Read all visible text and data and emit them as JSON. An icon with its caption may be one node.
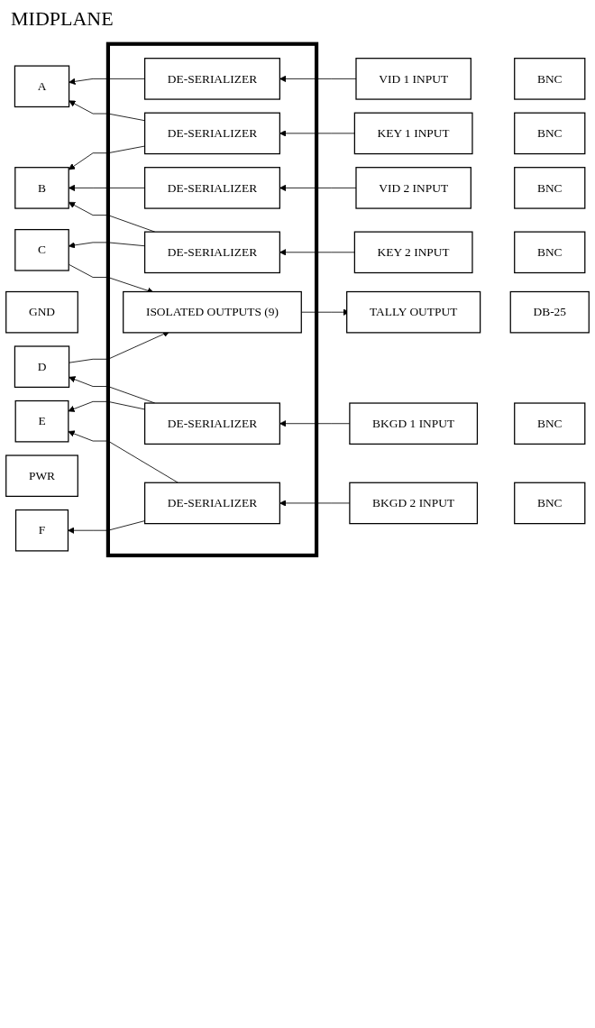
{
  "diagram": {
    "title": "MIDPLANE",
    "nodes": [
      {
        "text": [],
        "shape": "box"
      },
      {
        "text": [
          "A"
        ]
      },
      {
        "text": [
          "B"
        ]
      },
      {
        "text": [
          "GND"
        ]
      },
      {
        "text": [
          "C"
        ]
      },
      {
        "text": [
          "D"
        ]
      },
      {
        "text": [
          "PWR"
        ]
      },
      {
        "text": [
          "E"
        ]
      },
      {
        "text": [
          "F"
        ]
      },
      {
        "text": [
          "DE-SERIALIZER"
        ],
        "in": 0
      },
      {
        "text": [
          "DE-SERIALIZER"
        ],
        "in": 0
      },
      {
        "text": [
          "DE-SERIALIZER"
        ],
        "in": 0
      },
      {
        "text": [
          "DE-SERIALIZER"
        ],
        "in": 0
      },
      {
        "text": [
          "ISOLATED OUTPUTS (9)"
        ],
        "in": 0
      },
      {
        "text": [
          "DE-SERIALIZER"
        ],
        "in": 0
      },
      {
        "text": [
          "DE-SERIALIZER"
        ],
        "in": 0
      },
      {
        "text": [
          "VID 1 INPUT"
        ]
      },
      {
        "text": [
          "KEY 1 INPUT"
        ]
      },
      {
        "text": [
          "VID 2 INPUT"
        ]
      },
      {
        "text": [
          "KEY 2 INPUT"
        ]
      },
      {
        "text": [
          "TALLY OUTPUT"
        ]
      },
      {
        "text": [
          "BKGD 1 INPUT"
        ]
      },
      {
        "text": [
          "BKGD 2 INPUT"
        ]
      },
      {
        "text": [
          "BNC"
        ]
      },
      {
        "text": [
          "BNC"
        ]
      },
      {
        "text": [
          "BNC"
        ]
      },
      {
        "text": [
          "BNC"
        ]
      },
      {
        "text": [
          "DB-25"
        ]
      },
      {
        "text": [
          "BNC"
        ]
      },
      {
        "text": [
          "BNC"
        ]
      }
    ],
    "edges": [
      {
        "from": 16,
        "to": 9,
        "arrow": "to"
      },
      {
        "from": 17,
        "to": 10,
        "arrow": "to"
      },
      {
        "from": 18,
        "to": 11,
        "arrow": "to"
      },
      {
        "from": 19,
        "to": 12,
        "arrow": "to"
      },
      {
        "from": 21,
        "to": 14,
        "arrow": "to"
      },
      {
        "from": 22,
        "to": 15,
        "arrow": "to"
      },
      {
        "from": 9,
        "to": 1,
        "arrow": "to"
      },
      {
        "from": 10,
        "to": 1,
        "arrow": "to"
      },
      {
        "from": 10,
        "to": 2,
        "arrow": "to"
      },
      {
        "from": 11,
        "to": 2,
        "arrow": "to"
      },
      {
        "from": 12,
        "to": 2,
        "arrow": "to"
      },
      {
        "from": 12,
        "to": 4,
        "arrow": "to"
      },
      {
        "from": 4,
        "to": 13,
        "arrow": "to"
      },
      {
        "from": 5,
        "to": 13,
        "arrow": "to"
      },
      {
        "from": 13,
        "to": 20,
        "arrow": "to"
      },
      {
        "from": 14,
        "to": 5,
        "arrow": "to"
      },
      {
        "from": 14,
        "to": 7,
        "arrow": "to"
      },
      {
        "from": 15,
        "to": 7,
        "arrow": "to"
      },
      {
        "from": 15,
        "to": 8,
        "arrow": "to"
      }
    ]
  }
}
